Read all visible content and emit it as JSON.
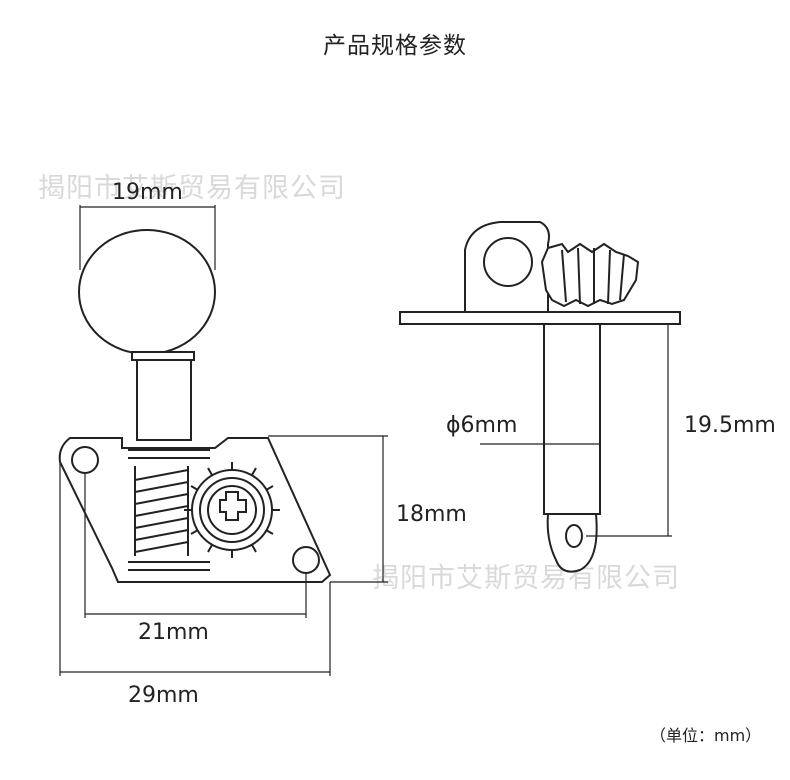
{
  "title": "产品规格参数",
  "watermark": "揭阳市艾斯贸易有限公司",
  "dimensions": {
    "button_width": "19mm",
    "post_diameter": "ϕ6mm",
    "post_length": "19.5mm",
    "plate_height": "18mm",
    "hole_spacing": "21mm",
    "overall_width": "29mm"
  },
  "unit_note": "（单位：mm）"
}
